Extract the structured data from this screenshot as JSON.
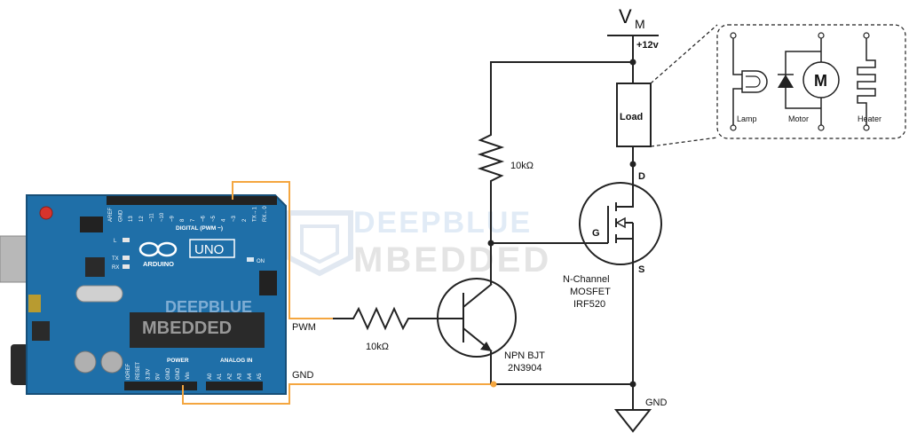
{
  "supply": {
    "v": "V",
    "m": "M",
    "voltage": "+12v"
  },
  "load": {
    "label": "Load"
  },
  "inset": {
    "lamp": "Lamp",
    "motor": "Motor",
    "heater": "Heater",
    "motor_symbol": "M"
  },
  "resistor_top": {
    "value": "10kΩ"
  },
  "resistor_base": {
    "value": "10kΩ"
  },
  "mosfet": {
    "gate": "G",
    "drain": "D",
    "source": "S",
    "line1": "N-Channel",
    "line2": "MOSFET",
    "line3": "IRF520"
  },
  "bjt": {
    "line1": "NPN BJT",
    "line2": "2N3904"
  },
  "pwm_label": "PWM",
  "gnd_label": "GND",
  "gnd_bottom_label": "GND",
  "watermark": {
    "line1": "DEEPBLUE",
    "line2": "MBEDDED"
  },
  "arduino": {
    "digital_label": "DIGITAL (PWM ~)",
    "power_label": "POWER",
    "analog_label": "ANALOG IN",
    "brand": "ARDUINO",
    "model": "UNO",
    "on_label": "ON",
    "tx_label": "TX",
    "rx_label": "RX",
    "l_label": "L",
    "watermark_line1": "DEEPBLUE",
    "watermark_line2": "MBEDDED",
    "digital_pins": [
      "AREF",
      "GND",
      "13",
      "12",
      "~11",
      "~10",
      "~9",
      "8",
      "7",
      "~6",
      "~5",
      "4",
      "~3",
      "2",
      "TX→1",
      "RX←0"
    ],
    "power_pins": [
      "IOREF",
      "RESET",
      "3.3V",
      "5V",
      "GND",
      "GND",
      "Vin"
    ],
    "analog_pins": [
      "A0",
      "A1",
      "A2",
      "A3",
      "A4",
      "A5"
    ]
  },
  "colors": {
    "board": "#1f6fa8",
    "wire": "#222222",
    "signal_wire": "#f4a640",
    "watermark": "#c9d7e6"
  }
}
